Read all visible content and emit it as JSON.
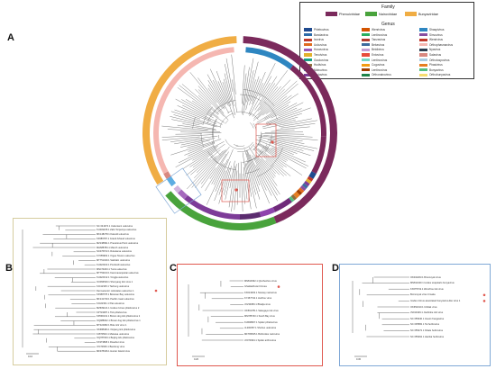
{
  "panels": {
    "a": "A",
    "b": "B",
    "c": "C",
    "d": "D"
  },
  "legend": {
    "family_title": "Family",
    "families": [
      {
        "name": "Phenuiviridae",
        "color": "#7b2a5c"
      },
      {
        "name": "Nairoviridae",
        "color": "#49a33c"
      },
      {
        "name": "Bunyaviridae",
        "color": "#f0ad44"
      }
    ],
    "genus_title": "Genus",
    "genera": [
      {
        "name": "Phlebovirus",
        "color": "#1f4a8f"
      },
      {
        "name": "Bandavirus",
        "color": "#2b6aa8"
      },
      {
        "name": "Ixovirus",
        "color": "#c0392b"
      },
      {
        "name": "Uukuvirus",
        "color": "#e06b1f"
      },
      {
        "name": "Horwuvirus",
        "color": "#9b59b6"
      },
      {
        "name": "Tenuivirus",
        "color": "#e1b12c"
      },
      {
        "name": "Goukovirus",
        "color": "#16a085"
      },
      {
        "name": "Hudivirus",
        "color": "#8e6e3b"
      },
      {
        "name": "Mobuvirus",
        "color": "#5b8fd1"
      },
      {
        "name": "Laulavirus",
        "color": "#7d3c98"
      },
      {
        "name": "Wenrivirus",
        "color": "#d35400"
      },
      {
        "name": "Lentinuvirus",
        "color": "#27ae60"
      },
      {
        "name": "Tanzavirus",
        "color": "#b03a2e"
      },
      {
        "name": "Bebavirus",
        "color": "#3d6b9e"
      },
      {
        "name": "Beidivirus",
        "color": "#c39bd3"
      },
      {
        "name": "Entovirus",
        "color": "#e74c3c"
      },
      {
        "name": "Lentinuvirus",
        "color": "#76d7c4"
      },
      {
        "name": "Coguvirus",
        "color": "#f39c12"
      },
      {
        "name": "Lentinuvirus",
        "color": "#a04000"
      },
      {
        "name": "Orthonairovirus",
        "color": "#1e8449"
      },
      {
        "name": "Shaspivirus",
        "color": "#2e86c1"
      },
      {
        "name": "Sinvuvirus",
        "color": "#884ea0"
      },
      {
        "name": "Wenrivirus",
        "color": "#c0392b"
      },
      {
        "name": "Orthophasmavirus",
        "color": "#f5b7b1"
      },
      {
        "name": "Nyavirus",
        "color": "#2c3e50"
      },
      {
        "name": "Salavirus",
        "color": "#d98880"
      },
      {
        "name": "Orthotospovirus",
        "color": "#a9cce3"
      },
      {
        "name": "Phasivirus",
        "color": "#e67e22"
      },
      {
        "name": "Bunyavirus",
        "color": "#52be80"
      },
      {
        "name": "Orthobunyavirus",
        "color": "#f7dc6f"
      }
    ]
  },
  "panel_b": {
    "leaves": [
      "NC 041672.1 Uukuniemi uukuvirus",
      "KU449235.1 Zaliv Terpeniya uukuvirus",
      "MK148278.1 Kaisodi uukuvirus",
      "KF689787.1 Grand Arbaud uukuvirus",
      "MZ138991.1 Precarious Point uukuvirus",
      "MH688784.1 Manch uukuvirus",
      "NC076672.1 Rukutama uukuvirus",
      "KY055963.1 Yogue Tavoro uukuvirus",
      "MT751049.1 Sakhalin uukuvirus",
      "KU422322.1 Ponticelli uukuvirus",
      "MN473243.1 Tunis uukuvirus",
      "MT753163.1 Kammavanpettai uukuvirus",
      "KU422312.1 Yongjia uukuvirus",
      "OU093540.1 Shenyang tick virus 1",
      "KJ412325.1 Tacheng uukuvirus",
      "Dermacentor reticulatus uukuvirus 1",
      "KF958778.1 Bowman Bay uukuvirus",
      "MF141749.1 Pacific coast uukuvirus",
      "KJ422331.1 Piat uukuvirus",
      "MZ609121.1 Ixodes ricinus phlebovirus 2",
      "KP719087.1 Tick phlebovirus",
      "KP090131.1 Brown dog tick phlebovirus 2",
      "OQ988032.1 Brown dog tick phlebovirus 1",
      "MT024082.1 Bole tick virus 1",
      "OK688484.1 Xinjiang tick phlebovirus",
      "KJ870523.1 Mukawa uukuvirus",
      "OQ787003.1 Beijing tick phlebovirus",
      "KX373808.1 Rosebut virus",
      "JX473636.1 Bandung virus",
      "MF078346.1 Hunter Island virus"
    ],
    "scale": "0.10"
  },
  "panel_c": {
    "leaves": [
      "MN810332.1 Qinchenhou virus",
      "Ghadasthurai Crimea",
      "KX013003.1 Norway nairovirus",
      "KY467742.1 Huzhou virus",
      "JX233083.1 Bhadja virus",
      "OK561781.1 Sakugaye tick virus",
      "MN785740.1 South Bay virus",
      "KU608967.1 Spider phlebovirus",
      "JL200357.1 Shuhuo uukuvirus",
      "MF783525.1 Bothrodes nairovirus",
      "JX070304.1 Spider arthrovirus"
    ],
    "scale": "0.20"
  },
  "panel_d": {
    "leaves": [
      "OK010203.1 Bronnoysk virus",
      "MN811420.1 Ixodes scapularis bunyavirus",
      "KX675719.1 Wenzhou tick virus",
      "Bronnoysk virus Croatia",
      "Ixodes ricinus associated bunyavirus-like virus 1",
      "OK652310.1 Uriblak virus",
      "JS013429.1 Jisshinbe tick virus",
      "NC 055340.1 Insect rhangavirus",
      "NC 035582.1 Tai herbovirus",
      "NC 055272.1 Kibale herbovirus",
      "NC 055262.1 Hanbai herbovirus"
    ],
    "scale": "0.30"
  }
}
